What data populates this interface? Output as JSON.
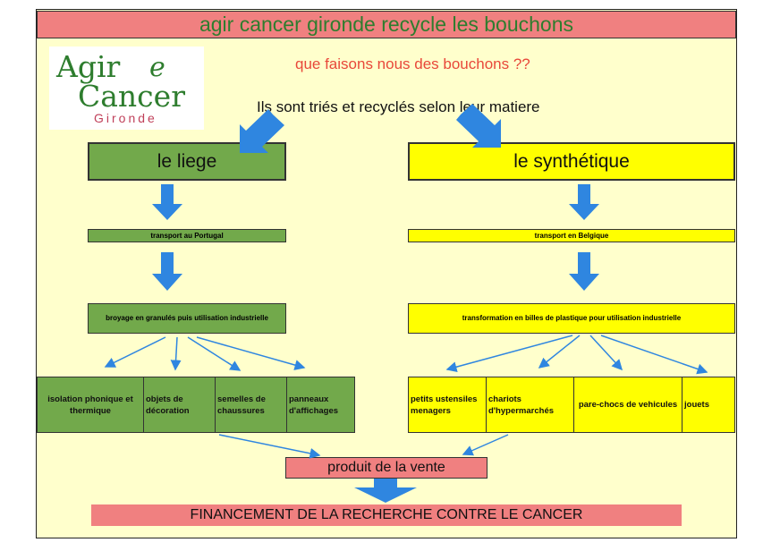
{
  "title": "agir cancer gironde recycle les bouchons",
  "logo": {
    "line1": "Agir",
    "swirl": "e",
    "line2": "Cancer",
    "line3": "Gironde"
  },
  "question": "que faisons nous des bouchons  ??",
  "intro": "Ils sont triés et  recyclés selon leur matiere",
  "liege": {
    "label": "le liege",
    "transport": "transport au Portugal",
    "process": "broyage en granulés puis utilisation industrielle",
    "uses": [
      "isolation phonique et thermique",
      "objets de décoration",
      "semelles de chaussures",
      "panneaux d'affichages"
    ]
  },
  "synthetique": {
    "label": "le synthétique",
    "transport": "transport en Belgique",
    "process": "transformation en billes de plastique pour utilisation industrielle",
    "uses": [
      "petits ustensiles menagers",
      "chariots d'hypermarchés",
      "pare-chocs de vehicules",
      "jouets"
    ]
  },
  "sale": "produit de la vente",
  "final": "FINANCEMENT DE LA RECHERCHE CONTRE LE CANCER",
  "colors": {
    "green": "#72a94b",
    "yellow": "#ffff00",
    "pink": "#f08080",
    "arrow": "#2f86e0",
    "background": "#ffffcc"
  }
}
